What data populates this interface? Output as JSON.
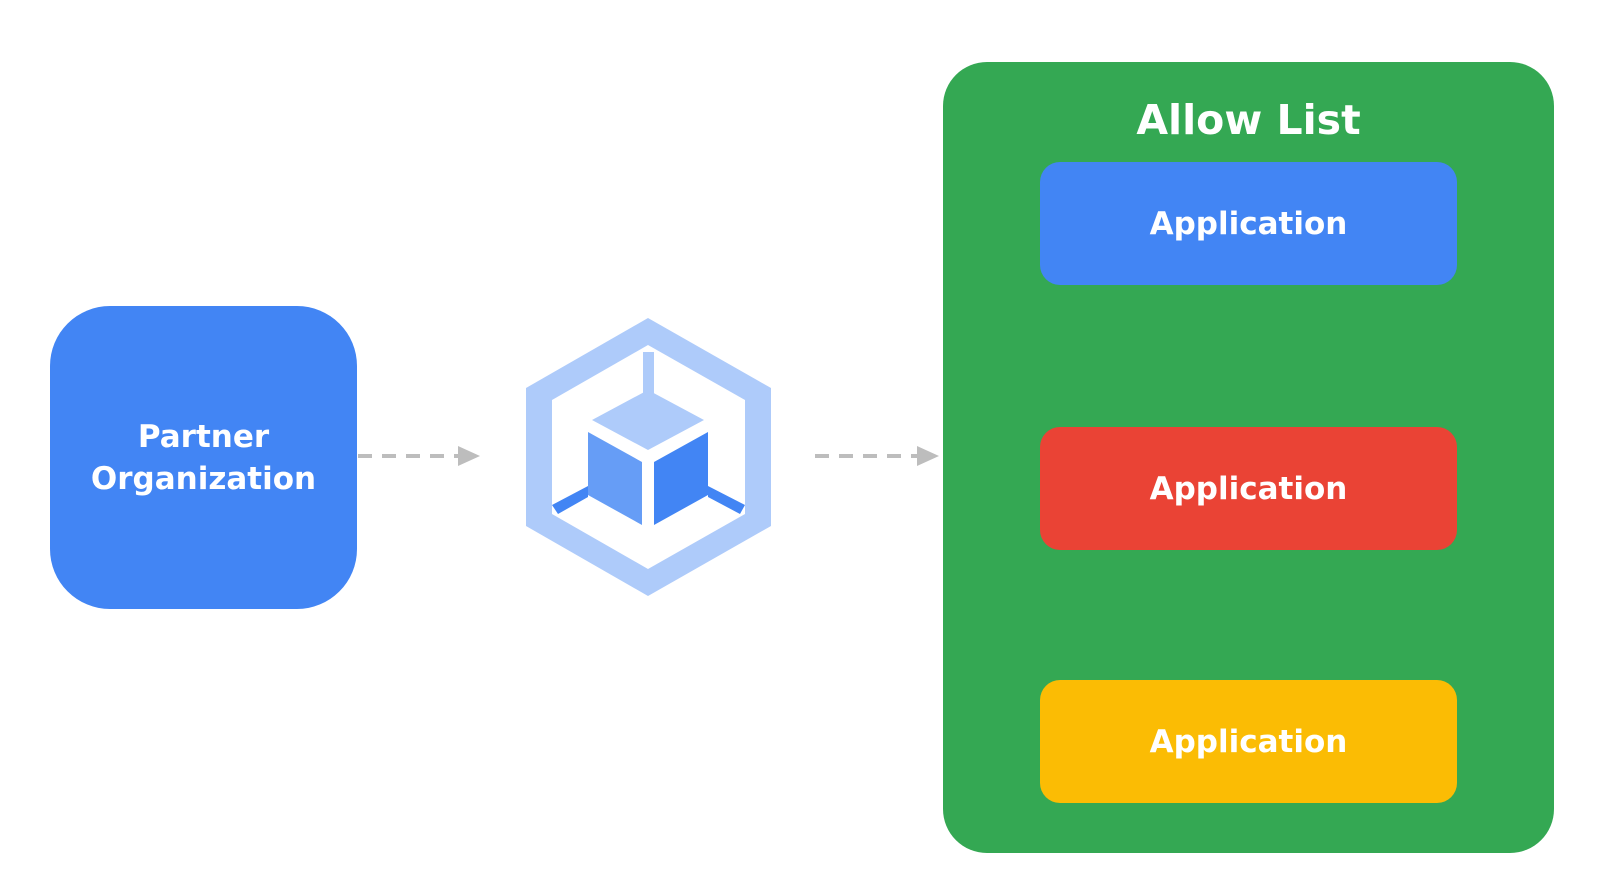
{
  "diagram": {
    "nodes": {
      "partner": {
        "label": "Partner\nOrganization",
        "color": "#4285f4"
      },
      "gateway": {
        "icon": "hexagon-cube-icon",
        "colors": {
          "outer": "#aecbfa",
          "inner_light": "#aecbfa",
          "left_face": "#669df6",
          "right_face": "#4285f4"
        }
      },
      "allow_list": {
        "title": "Allow List",
        "color": "#34a853",
        "applications": [
          {
            "label": "Application",
            "color": "#4285f4"
          },
          {
            "label": "Application",
            "color": "#ea4335"
          },
          {
            "label": "Application",
            "color": "#fbbc04"
          }
        ]
      }
    },
    "edges": [
      {
        "from": "partner",
        "to": "gateway",
        "style": "dashed-arrow"
      },
      {
        "from": "gateway",
        "to": "allow_list",
        "style": "dashed-arrow"
      }
    ],
    "edge_color": "#bdbdbd"
  }
}
